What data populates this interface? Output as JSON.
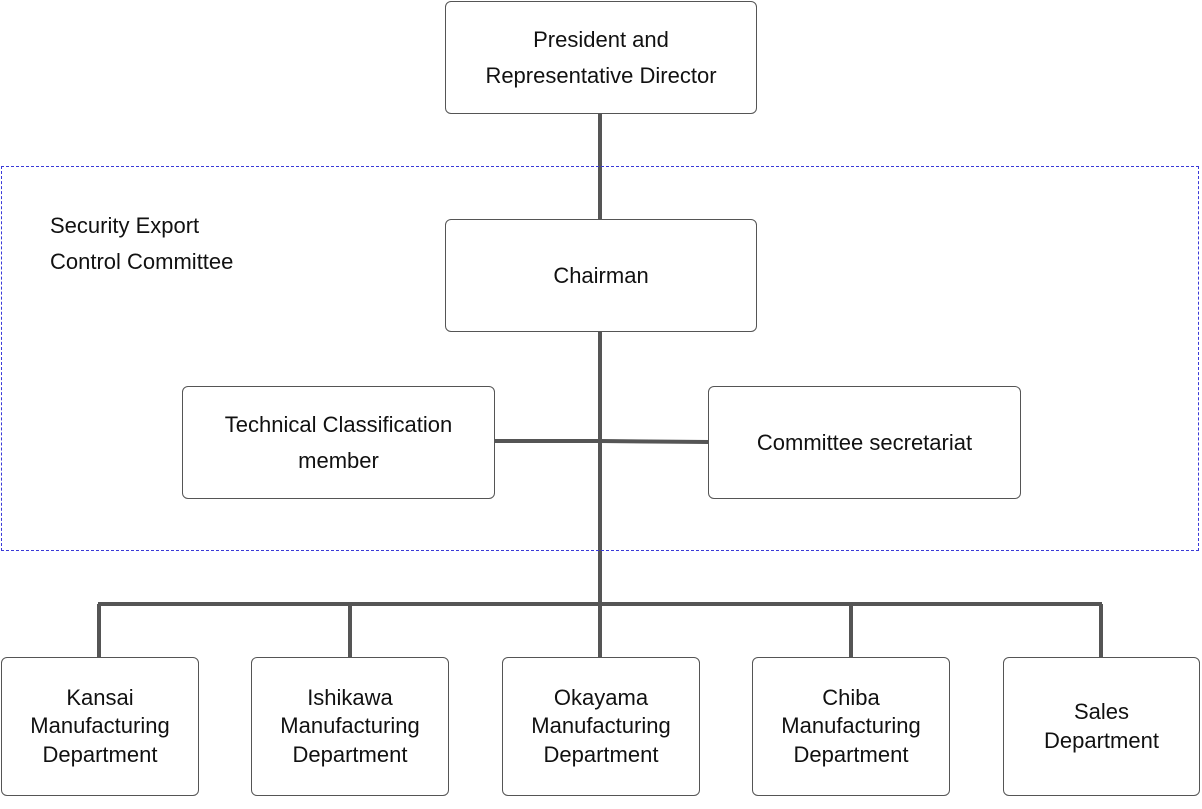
{
  "group": {
    "label": "Security Export\nControl Committee"
  },
  "nodes": {
    "president": "President and\nRepresentative Director",
    "chairman": "Chairman",
    "technical": "Technical Classification\nmember",
    "secretariat": "Committee secretariat"
  },
  "departments": [
    "Kansai\nManufacturing\nDepartment",
    "Ishikawa\nManufacturing\nDepartment",
    "Okayama\nManufacturing\nDepartment",
    "Chiba\nManufacturing\nDepartment",
    "Sales\nDepartment"
  ],
  "colors": {
    "group_border": "#3a3ad8",
    "connector": "#555555"
  }
}
